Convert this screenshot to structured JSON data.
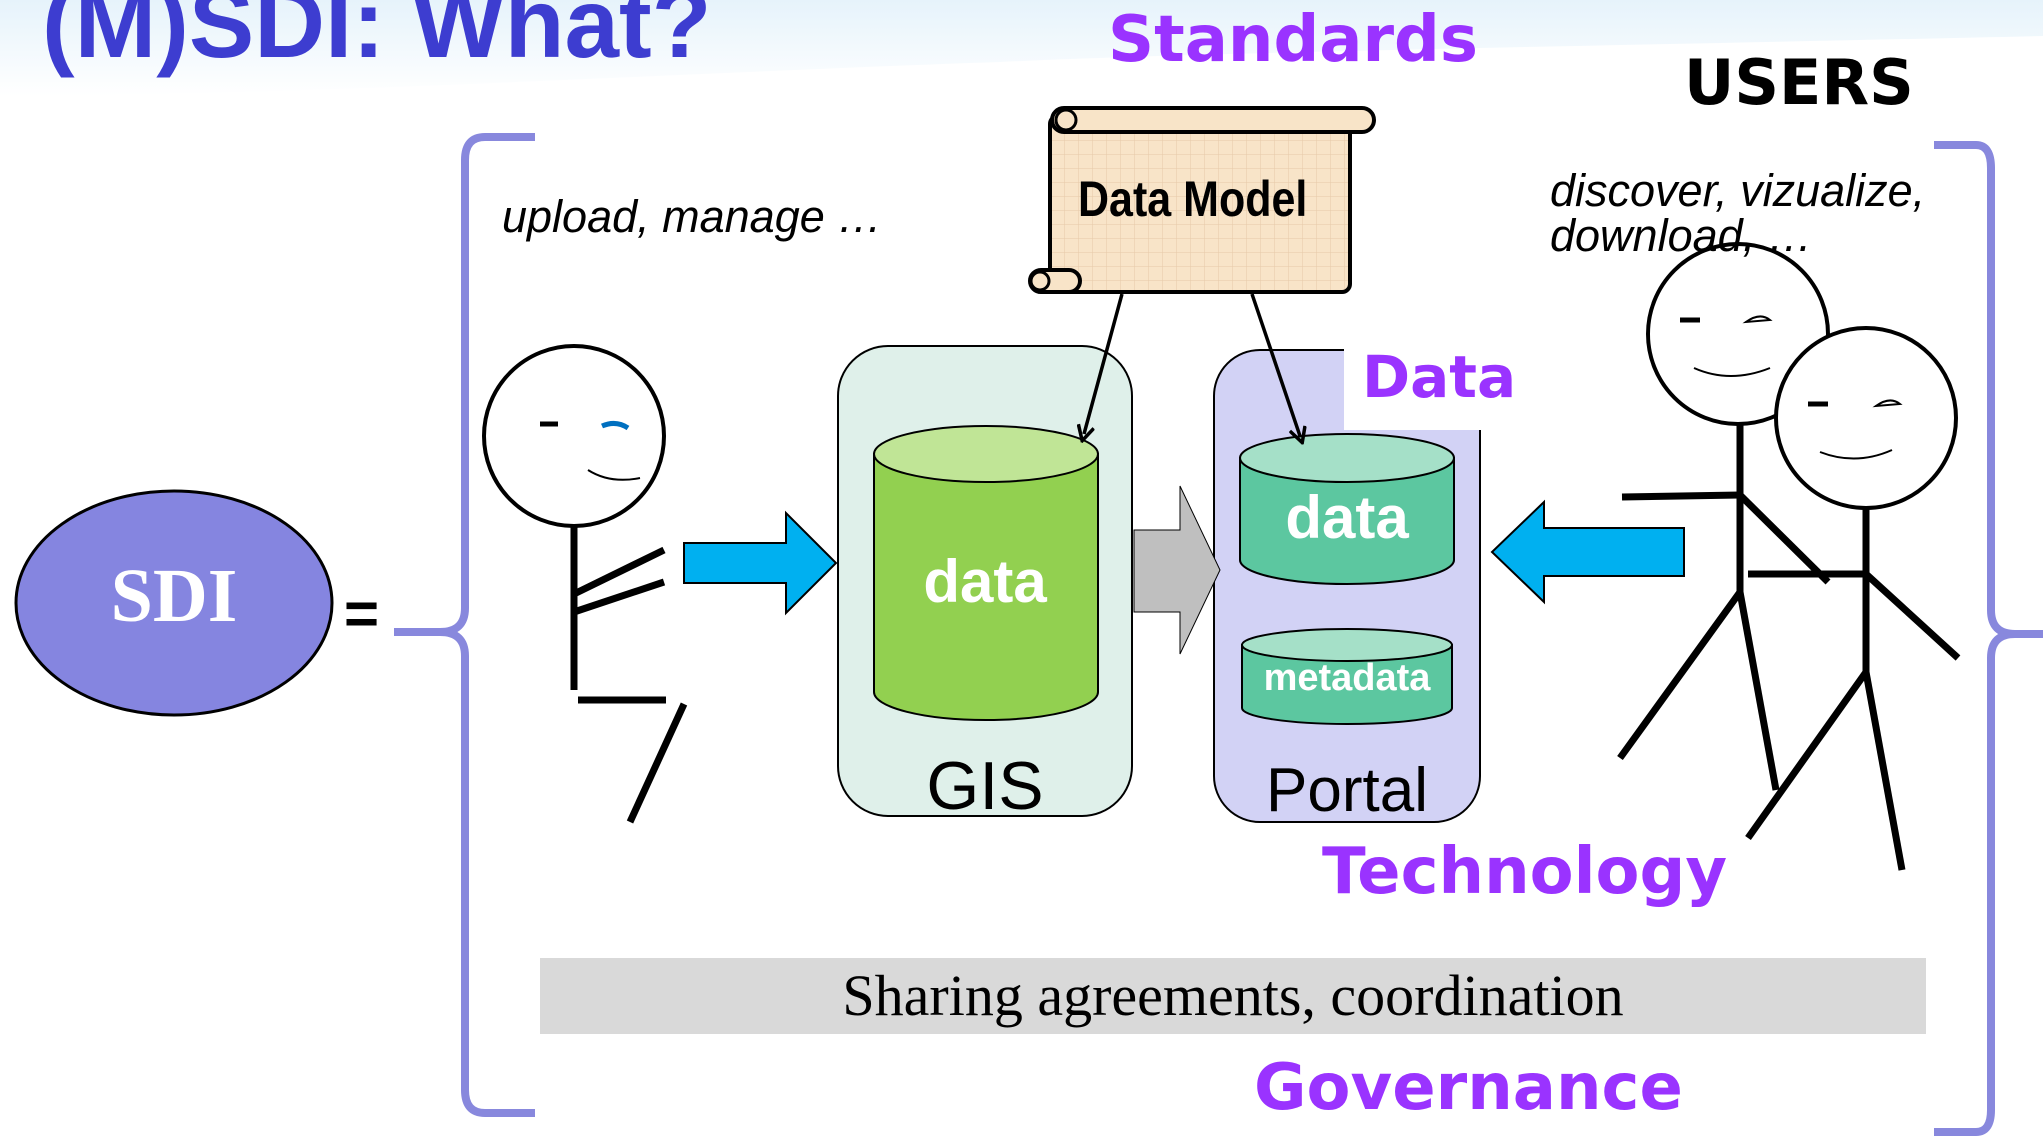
{
  "title": "(M)SDI: What?",
  "sdi_label": "SDI",
  "equals_sign": "=",
  "headings": {
    "standards": "Standards",
    "data": "Data",
    "technology": "Technology",
    "governance": "Governance"
  },
  "users_label": "USERS",
  "provider_note": "upload, manage …",
  "user_note": "discover, vizualize, download, …",
  "data_model_label": "Data Model",
  "gis": {
    "cylinder_label": "data",
    "box_label": "GIS"
  },
  "portal": {
    "data_label": "data",
    "metadata_label": "metadata",
    "box_label": "Portal"
  },
  "sharing_bar_text": "Sharing agreements, coordination",
  "colors": {
    "title": "#3d3dd0",
    "headings": "#9a33ff",
    "sdi_ellipse": "#8585e0",
    "gis_box": "#dff0ea",
    "portal_box": "#d2d2f5",
    "gis_cylinder": "#92d050",
    "portal_cylinder": "#5cc7a0",
    "blue_arrow": "#00b0f0",
    "grey_arrow": "#bfbfbf",
    "brace": "#8888dd",
    "scroll_fill": "#f8e4c8",
    "sharing_bar": "#d9d9d9"
  }
}
